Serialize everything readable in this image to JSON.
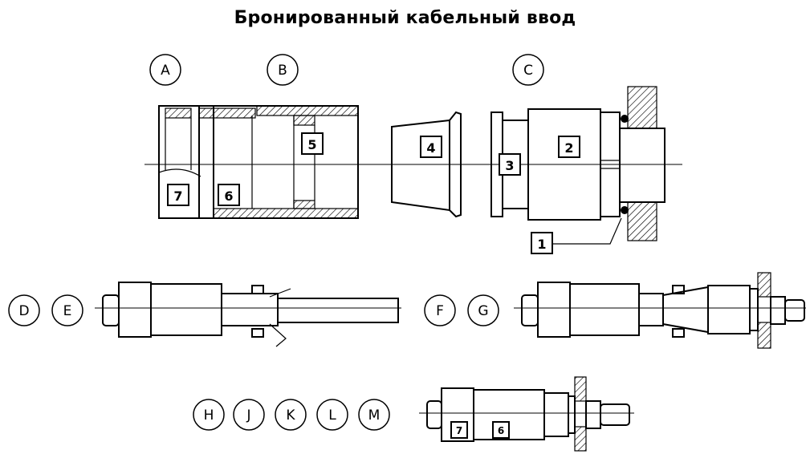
{
  "title": "Бронированный кабельный ввод",
  "step_letters": [
    "A",
    "B",
    "C",
    "D",
    "E",
    "F",
    "G",
    "H",
    "J",
    "K",
    "L",
    "M"
  ],
  "part_numbers": [
    "1",
    "2",
    "3",
    "4",
    "5",
    "6",
    "7"
  ]
}
